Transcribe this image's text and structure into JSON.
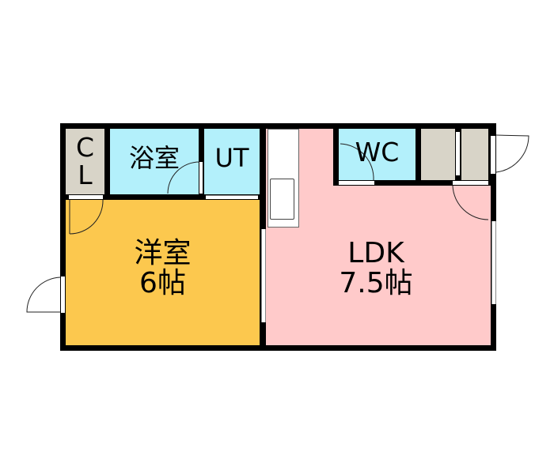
{
  "rooms": {
    "closet": {
      "label_line1": "C",
      "label_line2": "L"
    },
    "bath": {
      "label": "浴室"
    },
    "utility": {
      "label": "UT"
    },
    "toilet": {
      "label": "WC"
    },
    "western_room": {
      "label": "洋室",
      "size": "6帖"
    },
    "ldk": {
      "label": "LDK",
      "size": "7.5帖"
    }
  },
  "colors": {
    "wall": "#000000",
    "closet": "#d8d4c8",
    "wet_area": "#b3f0fb",
    "western_room": "#fcc84e",
    "ldk": "#ffcaca"
  }
}
